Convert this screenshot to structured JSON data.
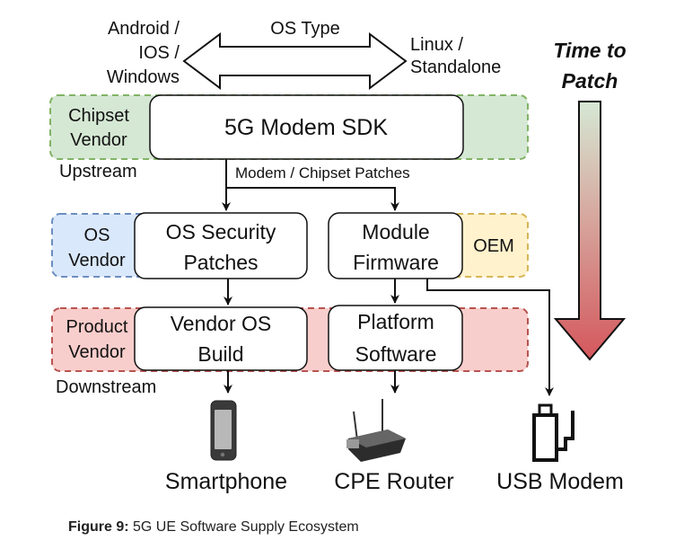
{
  "os_type": {
    "title": "OS Type",
    "left_lines": [
      "Android /",
      "IOS /",
      "Windows"
    ],
    "right_lines": [
      "Linux /",
      "Standalone"
    ]
  },
  "time_to_patch": {
    "lines": [
      "Time to",
      "Patch"
    ],
    "gradient_top": "#d6e8d4",
    "gradient_bottom": "#d5575c"
  },
  "tiers": {
    "chipset": {
      "label_lines": [
        "Chipset",
        "Vendor"
      ],
      "fill": "#d5e8d4",
      "stroke": "#82b366"
    },
    "os_vendor": {
      "label_lines": [
        "OS",
        "Vendor"
      ],
      "fill": "#dae8fc",
      "stroke": "#6c8ebf"
    },
    "oem": {
      "label": "OEM",
      "fill": "#fff2cc",
      "stroke": "#d6b656"
    },
    "product": {
      "label_lines": [
        "Product",
        "Vendor"
      ],
      "fill": "#f8cecc",
      "stroke": "#b85450"
    }
  },
  "boxes": {
    "sdk": "5G Modem SDK",
    "os_patches": [
      "OS Security",
      "Patches"
    ],
    "module_fw": [
      "Module",
      "Firmware"
    ],
    "vendor_os": [
      "Vendor OS",
      "Build"
    ],
    "platform_sw": [
      "Platform",
      "Software"
    ]
  },
  "labels": {
    "upstream": "Upstream",
    "downstream": "Downstream",
    "patches_edge": "Modem / Chipset Patches"
  },
  "devices": [
    {
      "name": "Smartphone",
      "icon": "smartphone-icon"
    },
    {
      "name": "CPE Router",
      "icon": "router-icon"
    },
    {
      "name": "USB Modem",
      "icon": "usb-modem-icon"
    }
  ],
  "caption": {
    "prefix": "Figure 9:",
    "text": " 5G UE Software Supply Ecosystem"
  }
}
